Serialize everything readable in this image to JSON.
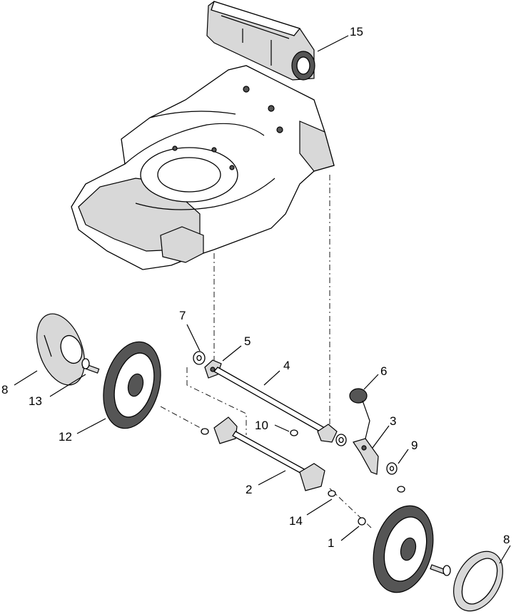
{
  "callouts": {
    "c15": "15",
    "c7": "7",
    "c5": "5",
    "c4": "4",
    "c6": "6",
    "c8_left": "8",
    "c13": "13",
    "c12": "12",
    "c10": "10",
    "c3": "3",
    "c9": "9",
    "c2": "2",
    "c14": "14",
    "c1": "1",
    "c8_right": "8"
  }
}
